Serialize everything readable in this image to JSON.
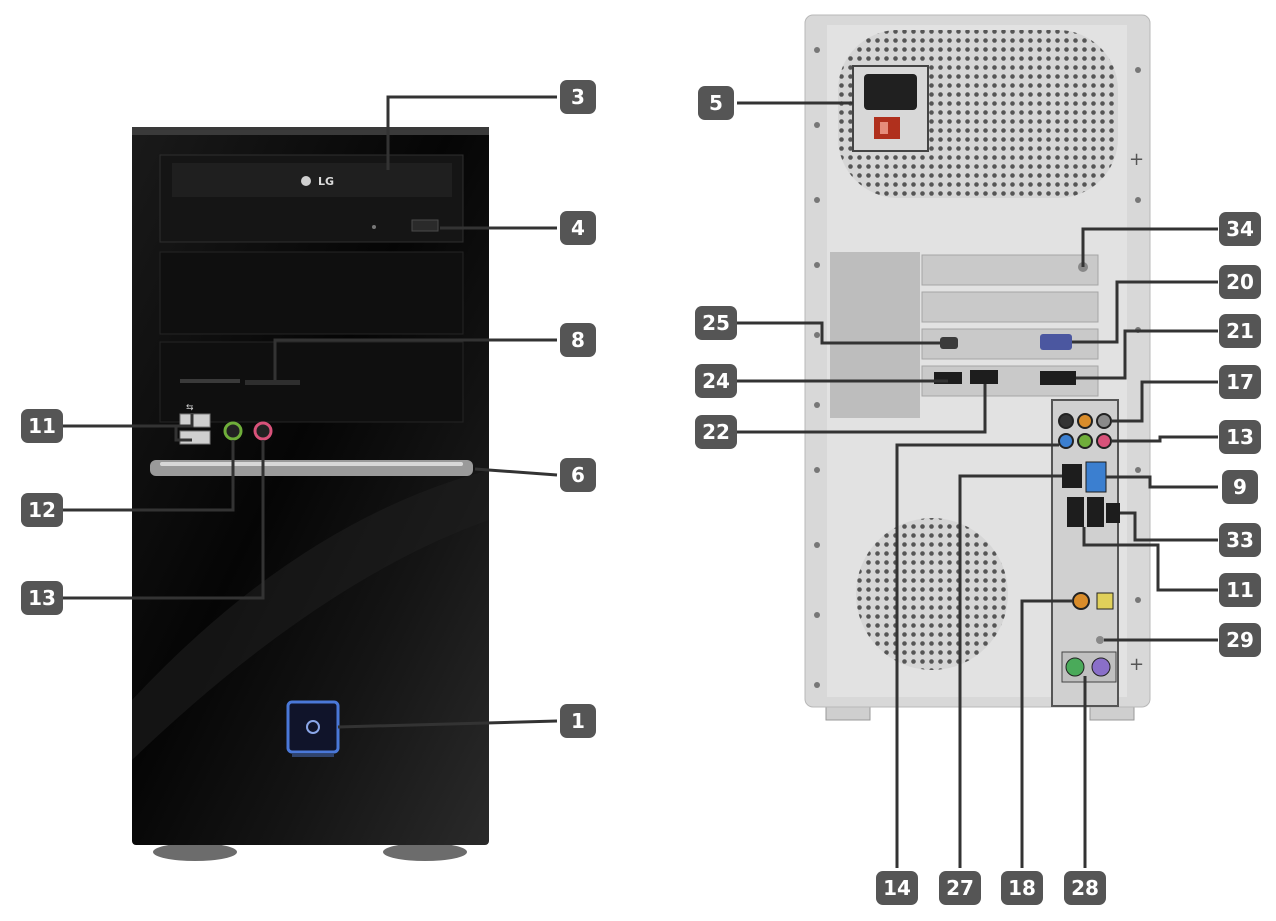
{
  "front": {
    "drive_brand": "LG",
    "callouts": [
      {
        "id": "front-1",
        "label": "1"
      },
      {
        "id": "front-3",
        "label": "3"
      },
      {
        "id": "front-4",
        "label": "4"
      },
      {
        "id": "front-6",
        "label": "6"
      },
      {
        "id": "front-8",
        "label": "8"
      },
      {
        "id": "front-11",
        "label": "11"
      },
      {
        "id": "front-12",
        "label": "12"
      },
      {
        "id": "front-13",
        "label": "13"
      }
    ]
  },
  "back": {
    "callouts": [
      {
        "id": "back-5",
        "label": "5"
      },
      {
        "id": "back-34",
        "label": "34"
      },
      {
        "id": "back-20",
        "label": "20"
      },
      {
        "id": "back-25",
        "label": "25"
      },
      {
        "id": "back-21",
        "label": "21"
      },
      {
        "id": "back-24",
        "label": "24"
      },
      {
        "id": "back-17",
        "label": "17"
      },
      {
        "id": "back-22",
        "label": "22"
      },
      {
        "id": "back-13",
        "label": "13"
      },
      {
        "id": "back-9",
        "label": "9"
      },
      {
        "id": "back-33",
        "label": "33"
      },
      {
        "id": "back-11",
        "label": "11"
      },
      {
        "id": "back-29",
        "label": "29"
      },
      {
        "id": "back-14",
        "label": "14"
      },
      {
        "id": "back-27",
        "label": "27"
      },
      {
        "id": "back-18",
        "label": "18"
      },
      {
        "id": "back-28",
        "label": "28"
      }
    ]
  },
  "colors": {
    "badge": "#555555",
    "case_front": "#0b0b0b",
    "case_back": "#d6d6d6",
    "power_led": "#4a78d8",
    "audio_green": "#6fae3a",
    "audio_pink": "#d8527a",
    "usb3_blue": "#3b7fd0"
  }
}
